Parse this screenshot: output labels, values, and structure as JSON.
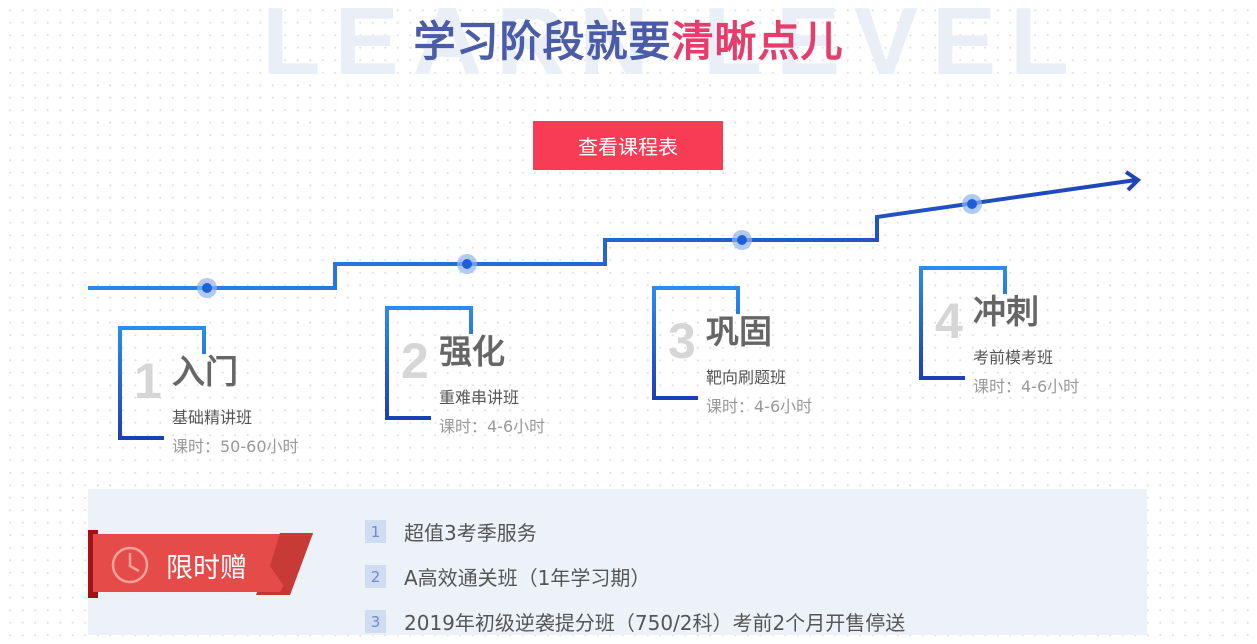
{
  "background_word": "LEARN LEVEL",
  "headline": {
    "part1": "学习阶段就要",
    "part2": "清晰点儿",
    "color1": "#4a5ba8",
    "color2": "#e53d6c"
  },
  "cta": {
    "label": "查看课程表",
    "color": "#f83c55"
  },
  "path_color": "#1f6fe0",
  "stages": [
    {
      "num": "1",
      "title": "入门",
      "sub": "基础精讲班",
      "hours": "课时：50-60小时"
    },
    {
      "num": "2",
      "title": "强化",
      "sub": "重难串讲班",
      "hours": "课时：4-6小时"
    },
    {
      "num": "3",
      "title": "巩固",
      "sub": "靶向刷题班",
      "hours": "课时：4-6小时"
    },
    {
      "num": "4",
      "title": "冲刺",
      "sub": "考前模考班",
      "hours": "课时：4-6小时"
    }
  ],
  "gift": {
    "badge_label": "限时赠",
    "badge_icon": "clock-icon",
    "badge_color": "#e54b48",
    "items": [
      {
        "idx": "1",
        "text": "超值3考季服务"
      },
      {
        "idx": "2",
        "text": "A高效通关班（1年学习期）"
      },
      {
        "idx": "3",
        "text": "2019年初级逆袭提分班（750/2科）考前2个月开售停送"
      }
    ]
  }
}
